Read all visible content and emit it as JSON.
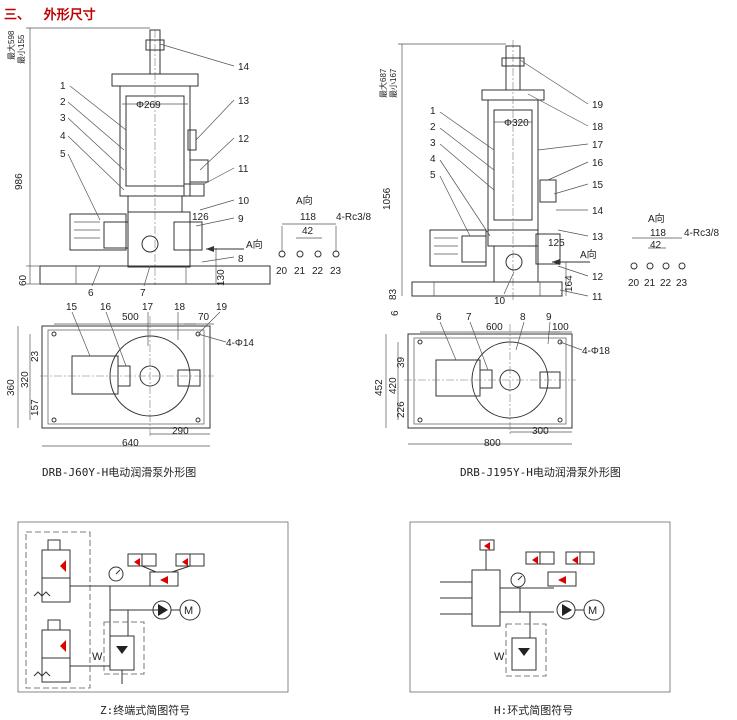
{
  "heading": "三、   外形尺寸",
  "left_drawing": {
    "caption": "DRB-J60Y-H电动润滑泵外形图",
    "dim_max": "最大598",
    "dim_min": "最小155",
    "diameter": "Φ269",
    "height_total": "986",
    "height_base": "60",
    "dim_126": "126",
    "dim_130": "130",
    "dir_label": "A向",
    "parts_left": [
      "1",
      "2",
      "3",
      "4",
      "5"
    ],
    "parts_right": [
      "14",
      "13",
      "12",
      "11",
      "10",
      "9",
      "8"
    ],
    "parts_bottom": [
      "6",
      "7"
    ],
    "a_view": {
      "title": "A向",
      "w1": "118",
      "w2": "42",
      "thread": "4-Rc3/8",
      "ports": [
        "20",
        "21",
        "22",
        "23"
      ]
    },
    "plan": {
      "dims_top": [
        "15",
        "16",
        "17",
        "18",
        "19"
      ],
      "w500": "500",
      "w70": "70",
      "holes": "4-Φ14",
      "h360": "360",
      "h320": "320",
      "h23": "23",
      "h157": "157",
      "w290": "290",
      "w640": "640"
    }
  },
  "right_drawing": {
    "caption": "DRB-J195Y-H电动润滑泵外形图",
    "dim_max": "最大687",
    "dim_min": "最小167",
    "diameter": "Φ320",
    "height_total": "1056",
    "height_base": "83",
    "height_6": "6",
    "dim_125": "125",
    "dim_164": "164",
    "dir_label": "A向",
    "parts_left": [
      "1",
      "2",
      "3",
      "4",
      "5"
    ],
    "parts_right": [
      "19",
      "18",
      "17",
      "16",
      "15",
      "14",
      "13",
      "12",
      "11"
    ],
    "parts_bottom": [
      "10"
    ],
    "a_view": {
      "title": "A向",
      "w1": "118",
      "w2": "42",
      "thread": "4-Rc3/8",
      "ports": [
        "20",
        "21",
        "22",
        "23"
      ]
    },
    "plan": {
      "dims_top": [
        "6",
        "7",
        "8",
        "9"
      ],
      "w600": "600",
      "w100": "100",
      "holes": "4-Φ18",
      "h452": "452",
      "h420": "420",
      "h39": "39",
      "h226": "226",
      "w300": "300",
      "w800": "800"
    }
  },
  "schematic_left": {
    "caption": "Z:终端式简图符号",
    "motor": "M",
    "spring": "W"
  },
  "schematic_right": {
    "caption": "H:环式简图符号",
    "motor": "M",
    "spring": "W"
  },
  "colors": {
    "heading": "#c00000",
    "line": "#333333"
  }
}
